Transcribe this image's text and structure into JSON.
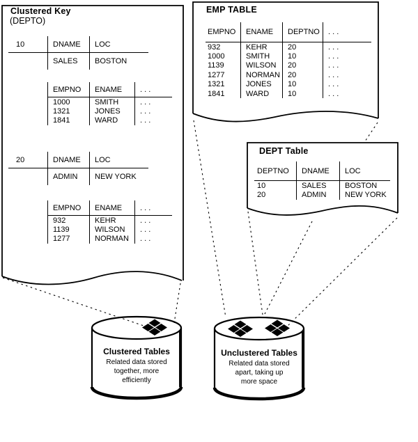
{
  "colors": {
    "ink": "#000000",
    "paper": "#ffffff"
  },
  "left_panel": {
    "title": "Clustered Key",
    "subtitle": "(DEPTO)",
    "dept_headers": [
      "DNAME",
      "LOC"
    ],
    "emp_headers": [
      "EMPNO",
      "ENAME"
    ],
    "ellipsis": ". . .",
    "clusters": [
      {
        "key": "10",
        "dept_row": [
          "SALES",
          "BOSTON"
        ],
        "emp_rows": [
          [
            "1000",
            "SMITH"
          ],
          [
            "1321",
            "JONES"
          ],
          [
            "1841",
            "WARD"
          ]
        ]
      },
      {
        "key": "20",
        "dept_row": [
          "ADMIN",
          "NEW YORK"
        ],
        "emp_rows": [
          [
            "932",
            "KEHR"
          ],
          [
            "1139",
            "WILSON"
          ],
          [
            "1277",
            "NORMAN"
          ]
        ]
      }
    ]
  },
  "emp_table": {
    "title": "EMP TABLE",
    "headers": [
      "EMPNO",
      "ENAME",
      "DEPTNO",
      ". . ."
    ],
    "rows": [
      [
        "932",
        "KEHR",
        "20",
        ". . ."
      ],
      [
        "1000",
        "SMITH",
        "10",
        ". . ."
      ],
      [
        "1139",
        "WILSON",
        "20",
        ". . ."
      ],
      [
        "1277",
        "NORMAN",
        "20",
        ". . ."
      ],
      [
        "1321",
        "JONES",
        "10",
        ". . ."
      ],
      [
        "1841",
        "WARD",
        "10",
        ". . ."
      ]
    ]
  },
  "dept_table": {
    "title": "DEPT Table",
    "headers": [
      "DEPTNO",
      "DNAME",
      "LOC"
    ],
    "rows": [
      [
        "10",
        "SALES",
        "BOSTON"
      ],
      [
        "20",
        "ADMIN",
        "NEW YORK"
      ]
    ]
  },
  "cylinders": [
    {
      "title": "Clustered Tables",
      "icon": "data-blocks-icon",
      "caption_lines": [
        "Related data stored",
        "together, more",
        "efficiently"
      ]
    },
    {
      "title": "Unclustered Tables",
      "icon": "data-blocks-pair-icon",
      "caption_lines": [
        "Related data stored",
        "apart, taking up",
        "more space"
      ]
    }
  ]
}
